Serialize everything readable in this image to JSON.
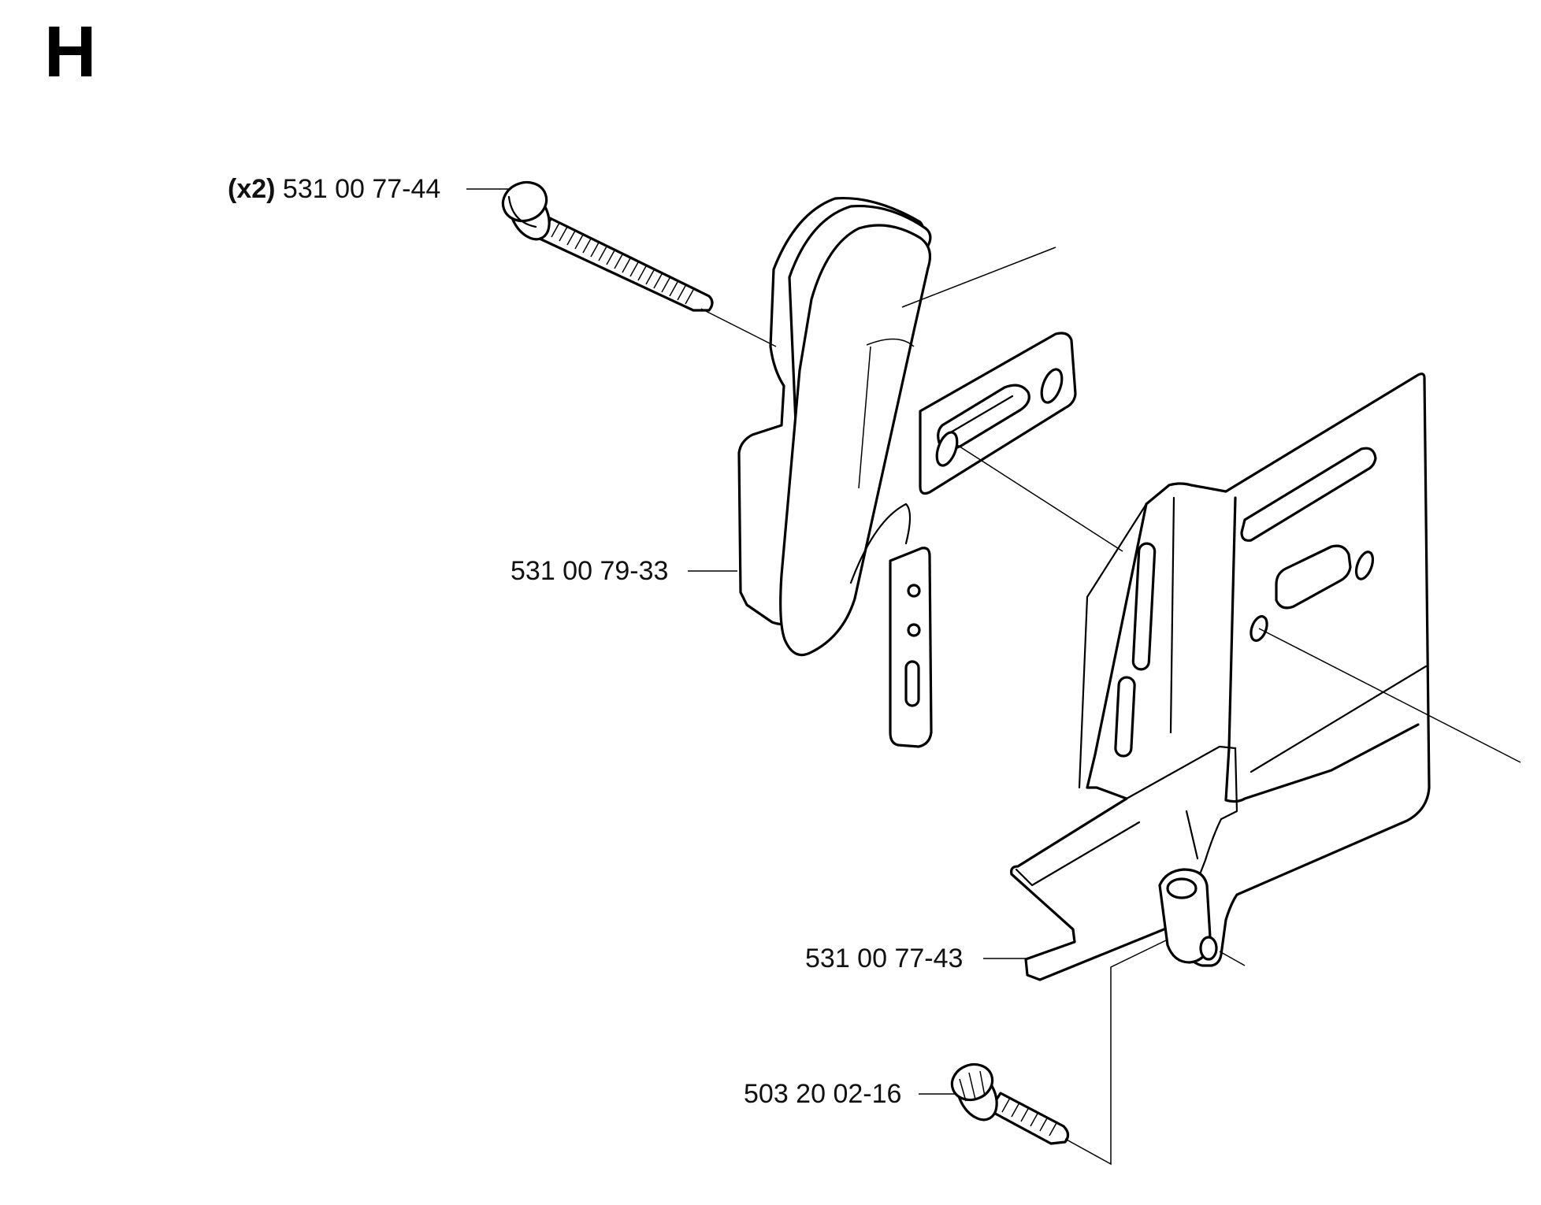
{
  "section_letter": "H",
  "callouts": [
    {
      "id": "bolt-long",
      "qty": "(x2)",
      "part_number": "531 00 77-44"
    },
    {
      "id": "muffler",
      "qty": "",
      "part_number": "531 00 79-33"
    },
    {
      "id": "heat-shield",
      "qty": "",
      "part_number": "531 00 77-43"
    },
    {
      "id": "bolt-short",
      "qty": "",
      "part_number": "503 20 02-16"
    }
  ]
}
